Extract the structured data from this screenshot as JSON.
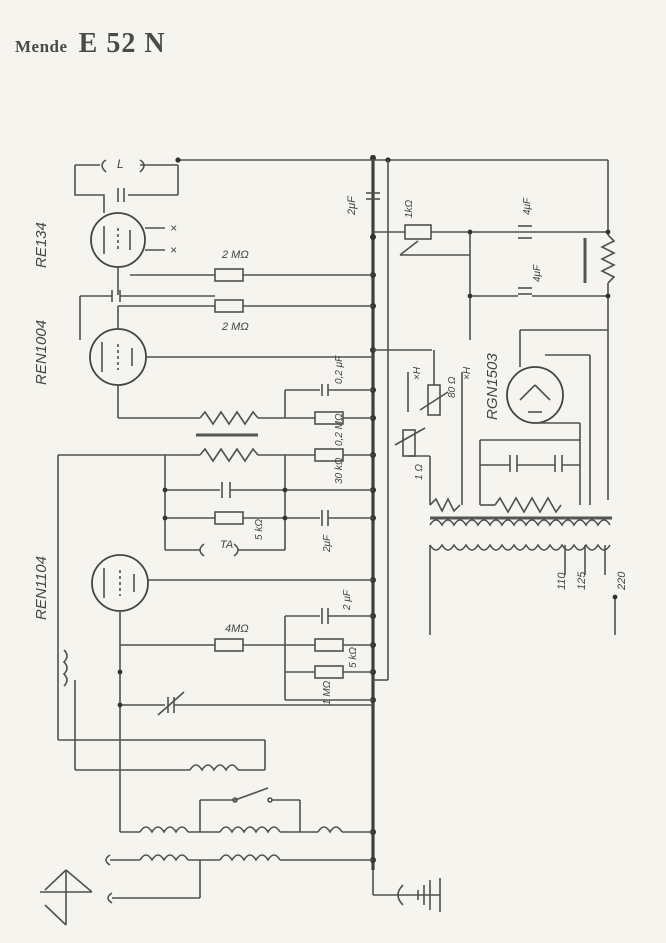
{
  "header": {
    "brand": "Mende",
    "model": "E 52 N"
  },
  "tubes": [
    {
      "label": "RE134"
    },
    {
      "label": "REN1004"
    },
    {
      "label": "REN1104"
    },
    {
      "label": "RGN1503"
    }
  ],
  "component_labels": {
    "L": "L",
    "c_2uF_top": "2μF",
    "pot_1k": "1kΩ",
    "c_4uF_a": "4μF",
    "c_4uF_b": "4μF",
    "r_2M_a": "2 MΩ",
    "r_2M_b": "2 MΩ",
    "c_02uF": "0,2 μF",
    "r_02M": "0,2 MΩ",
    "r_80": "80 Ω",
    "r_30k": "30 kΩ",
    "r_1": "1 Ω",
    "ta": "TA",
    "r_5k_a": "5 kΩ",
    "c_2uF_b": "2μF",
    "r_4M": "4MΩ",
    "c_2uF_c": "2 μF",
    "r_5k_b": "5 kΩ",
    "r_1M": "1 MΩ",
    "xh_a": "×H",
    "xh_b": "×H",
    "v110": "110",
    "v125": "125",
    "v220": "220"
  }
}
